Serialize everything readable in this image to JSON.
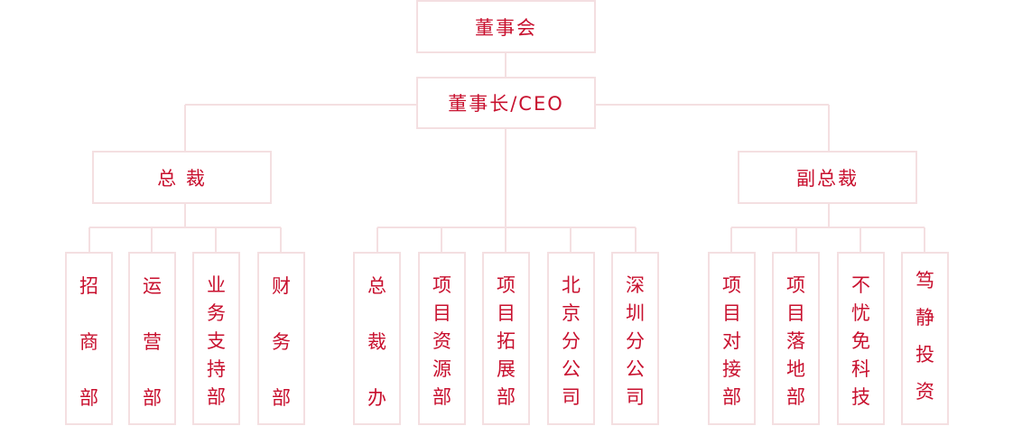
{
  "board": "董事会",
  "chairman": "董事长/CEO",
  "president": {
    "label": "总 裁",
    "departments": [
      "招商部",
      "运营部",
      "业务支持部",
      "财务部"
    ]
  },
  "center": {
    "departments": [
      "总裁办",
      "项目资源部",
      "项目拓展部",
      "北京分公司",
      "深圳分公司"
    ]
  },
  "vice_president": {
    "label": "副总裁",
    "departments": [
      "项目对接部",
      "项目落地部",
      "不忧免科技",
      "笃静投资"
    ]
  },
  "colors": {
    "text": "#c8102e",
    "border": "#f4dfe1",
    "line": "#f4dfe1"
  }
}
